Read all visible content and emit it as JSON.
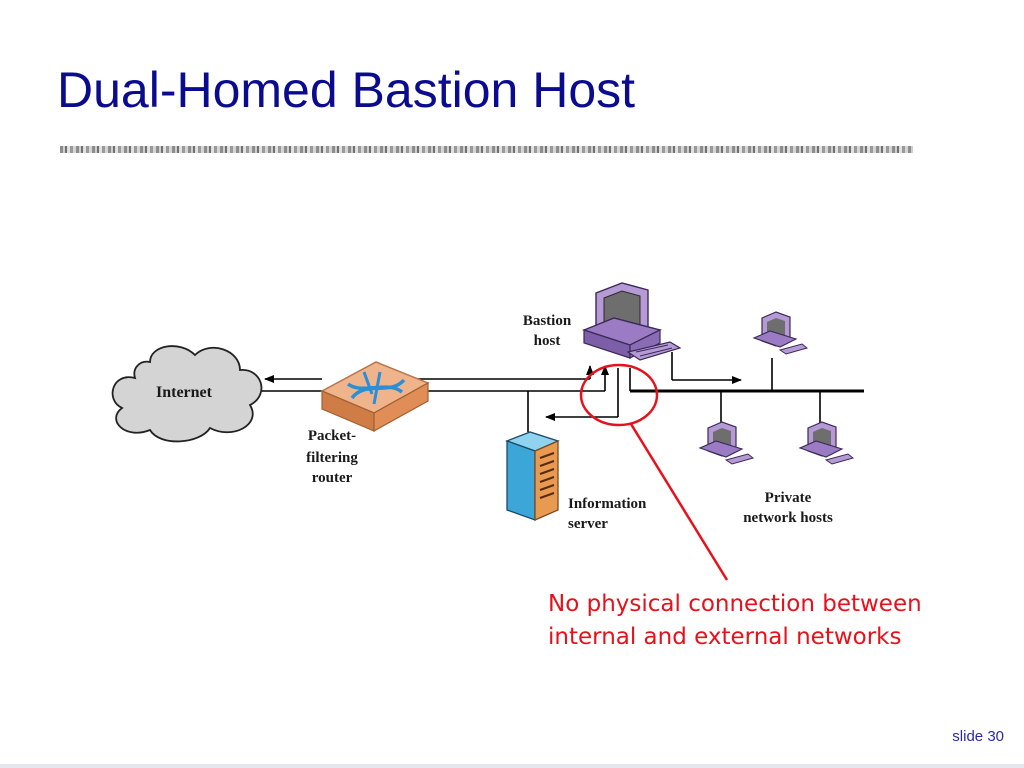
{
  "slide": {
    "title": "Dual-Homed Bastion Host",
    "number_label": "slide 30"
  },
  "diagram": {
    "nodes": {
      "internet": "Internet",
      "router": [
        "Packet-",
        "filtering",
        "router"
      ],
      "bastion": [
        "Bastion",
        "host"
      ],
      "info_server": [
        "Information",
        "server"
      ],
      "private_hosts": [
        "Private",
        "network hosts"
      ]
    },
    "annotation": [
      "No physical connection between",
      "internal and external networks"
    ],
    "colors": {
      "title": "#0b0b8f",
      "annotation": "#e8101a",
      "computer": "#9b7bc4",
      "server": "#3ca6d8",
      "router": "#e8a37a"
    }
  }
}
